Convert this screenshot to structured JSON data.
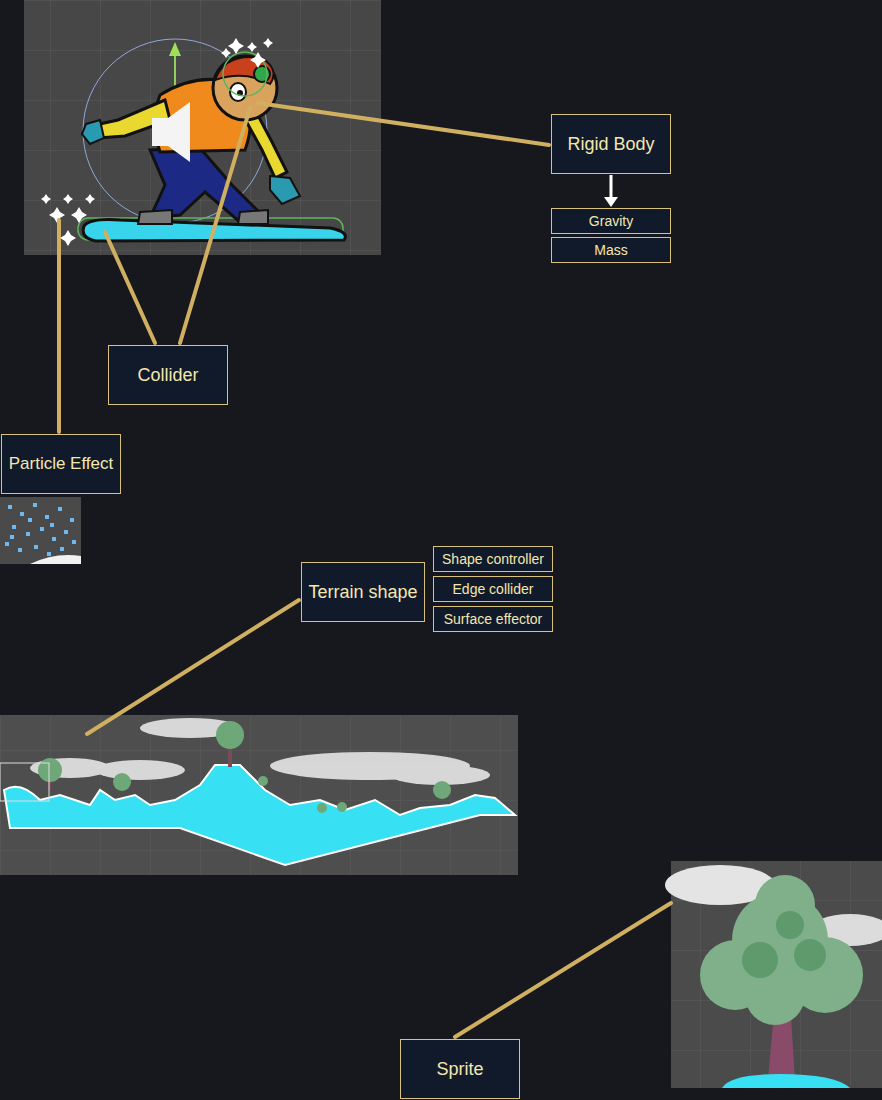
{
  "diagram": {
    "nodes": [
      {
        "text": [
          "Rigid Body"
        ]
      },
      {
        "text": [
          "Gravity"
        ]
      },
      {
        "text": [
          "Mass"
        ]
      },
      {
        "text": [
          "Collider"
        ]
      },
      {
        "text": [
          "Particle Effect"
        ]
      },
      {
        "text": [
          "Terrain shape"
        ]
      },
      {
        "text": [
          "Shape controller"
        ]
      },
      {
        "text": [
          "Edge collider"
        ]
      },
      {
        "text": [
          "Surface effector"
        ]
      },
      {
        "text": [
          "Sprite"
        ]
      }
    ],
    "edges": [
      {
        "from": 0,
        "to": 1,
        "arrow": "to"
      }
    ]
  }
}
